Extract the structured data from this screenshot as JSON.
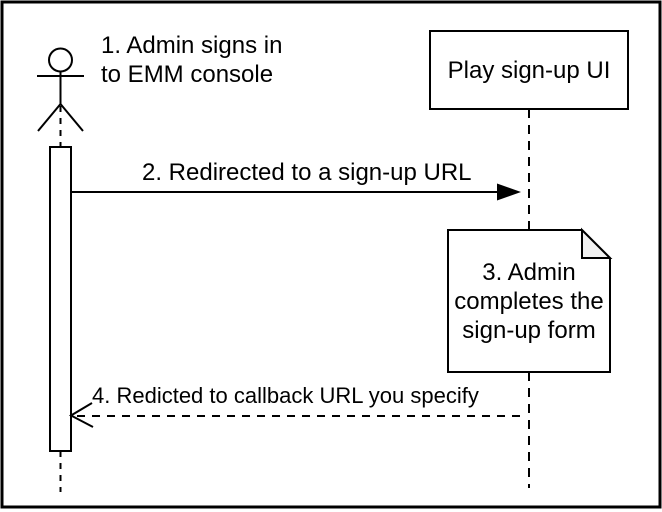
{
  "diagram": {
    "kind": "uml-sequence-diagram",
    "participant": {
      "label": "Play sign-up UI"
    },
    "steps": {
      "step1": {
        "lines": [
          "1. Admin signs in",
          "to EMM console"
        ]
      },
      "step2": {
        "label": "2. Redirected to a sign-up URL"
      },
      "step3": {
        "lines": [
          "3. Admin",
          "completes the",
          "sign-up form"
        ]
      },
      "step4": {
        "label": "4. Redicted to callback URL you specify"
      }
    },
    "colors": {
      "stroke": "#000000",
      "background": "#ffffff",
      "note_fold": "#f2f2f2",
      "frame_border": "#000000"
    }
  }
}
